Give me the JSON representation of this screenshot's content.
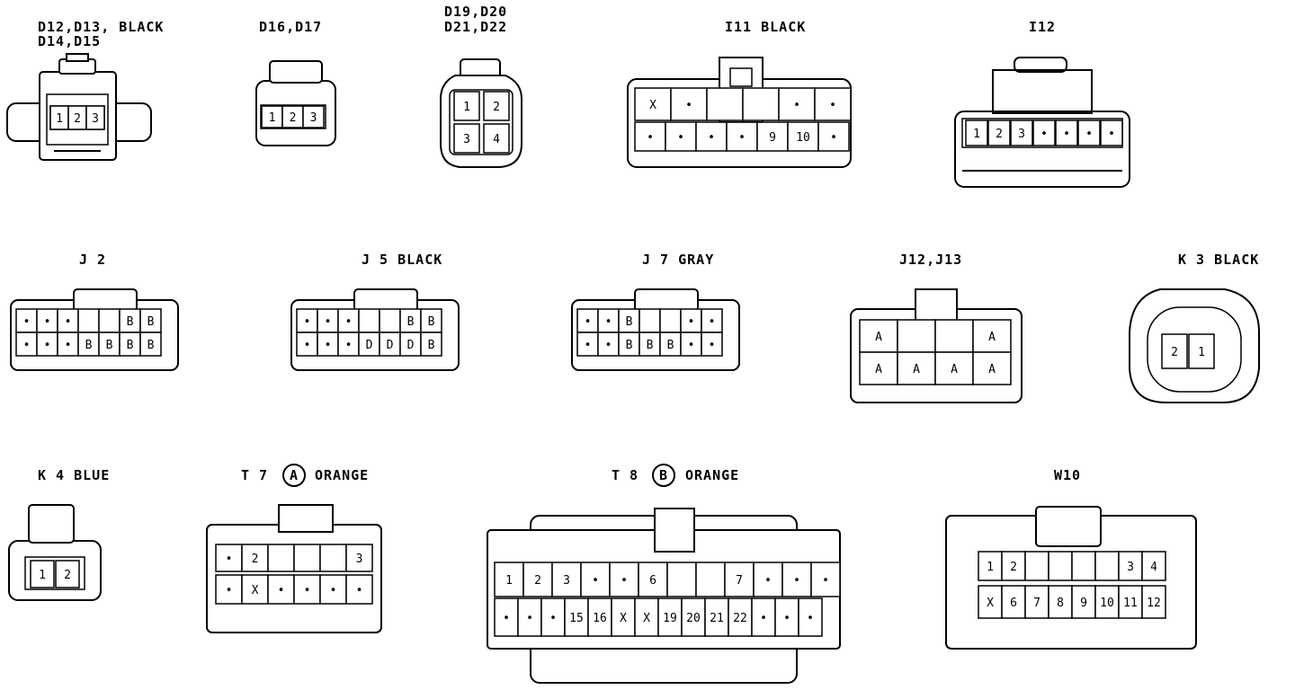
{
  "colors": {
    "ink": "#000000",
    "paper": "#ffffff"
  },
  "connectors": {
    "d12": {
      "title1": "D12,D13, BLACK",
      "title2": "D14,D15",
      "pins": [
        "1",
        "2",
        "3"
      ]
    },
    "d16": {
      "title": "D16,D17",
      "pins": [
        "1",
        "2",
        "3"
      ]
    },
    "d19": {
      "title1": "D19,D20",
      "title2": "D21,D22",
      "pins": [
        "1",
        "2",
        "3",
        "4"
      ]
    },
    "i11": {
      "title": "I11 BLACK",
      "top": [
        "X",
        "•",
        "",
        "",
        "•",
        "•"
      ],
      "bottom": [
        "•",
        "•",
        "•",
        "•",
        "9",
        "10",
        "•"
      ]
    },
    "i12": {
      "title": "I12",
      "pins": [
        "1",
        "2",
        "3",
        "•",
        "•",
        "•",
        "•"
      ]
    },
    "j2": {
      "title": "J 2",
      "top": [
        "•",
        "•",
        "•",
        "",
        "",
        "B",
        "B"
      ],
      "bottom": [
        "•",
        "•",
        "•",
        "B",
        "B",
        "B",
        "B"
      ]
    },
    "j5": {
      "title": "J 5 BLACK",
      "top": [
        "•",
        "•",
        "•",
        "",
        "",
        "B",
        "B"
      ],
      "bottom": [
        "•",
        "•",
        "•",
        "D",
        "D",
        "D",
        "B"
      ]
    },
    "j7": {
      "title": "J 7 GRAY",
      "top": [
        "•",
        "•",
        "B",
        "",
        "",
        "•",
        "•"
      ],
      "bottom": [
        "•",
        "•",
        "B",
        "B",
        "B",
        "•",
        "•"
      ]
    },
    "j12": {
      "title": "J12,J13",
      "top": [
        "A",
        "",
        "",
        "A"
      ],
      "bottom": [
        "A",
        "A",
        "A",
        "A"
      ]
    },
    "k3": {
      "title": "K 3 BLACK",
      "pins": [
        "2",
        "1"
      ]
    },
    "k4": {
      "title": "K 4 BLUE",
      "pins": [
        "1",
        "2"
      ]
    },
    "t7": {
      "title_pre": "T 7",
      "circle": "A",
      "title_post": "ORANGE",
      "top": [
        "•",
        "2",
        "",
        "",
        "",
        "3"
      ],
      "bottom": [
        "•",
        "X",
        "•",
        "•",
        "•",
        "•"
      ]
    },
    "t8": {
      "title_pre": "T 8",
      "circle": "B",
      "title_post": "ORANGE",
      "top": [
        "1",
        "2",
        "3",
        "•",
        "•",
        "6",
        "",
        "",
        "7",
        "•",
        "•",
        "•"
      ],
      "bottom": [
        "•",
        "•",
        "•",
        "15",
        "16",
        "X",
        "X",
        "19",
        "20",
        "21",
        "22",
        "•",
        "•",
        "•"
      ]
    },
    "w10": {
      "title": "W10",
      "top": [
        "1",
        "2",
        "",
        "",
        "",
        "",
        "3",
        "4"
      ],
      "bottom": [
        "X",
        "6",
        "7",
        "8",
        "9",
        "10",
        "11",
        "12"
      ]
    }
  }
}
